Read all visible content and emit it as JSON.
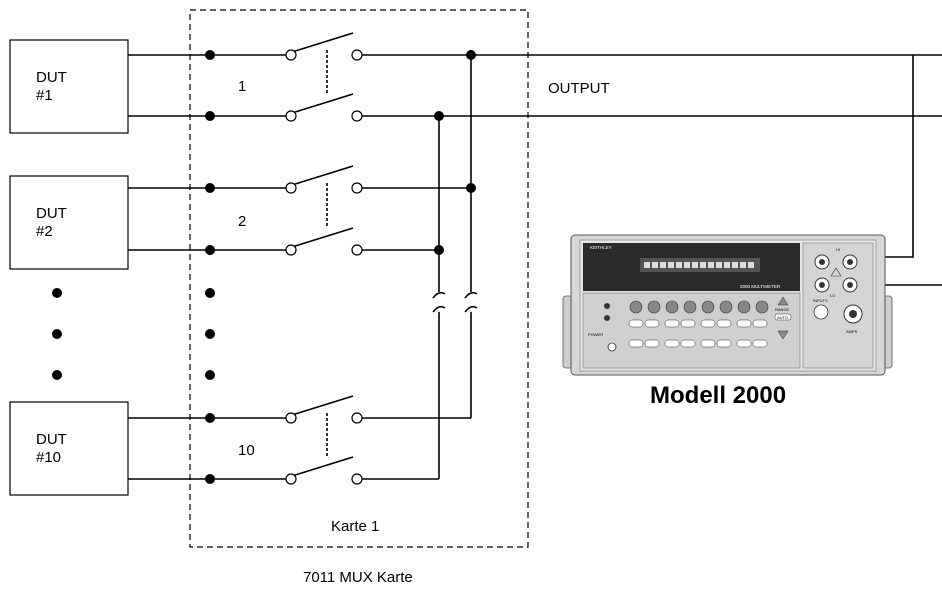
{
  "duts": [
    {
      "line1": "DUT",
      "line2": "#1"
    },
    {
      "line1": "DUT",
      "line2": "#2"
    },
    {
      "line1": "DUT",
      "line2": "#10"
    }
  ],
  "channels": [
    "1",
    "2",
    "10"
  ],
  "output_label": "OUTPUT",
  "card_label": "Karte 1",
  "mux_caption": "7011 MUX Karte",
  "instrument": {
    "caption": "Modell 2000",
    "brand": "KEITHLEY",
    "model_text": "2000 MULTIMETER",
    "power_label": "POWER",
    "range_label": "RANGE",
    "auto_label": "AUTO",
    "inputs_label": "INPUTS",
    "hi_label": "HI",
    "lo_label": "LO",
    "amps_label": "AMPS"
  },
  "colors": {
    "ink": "#000000",
    "panel": "#dcdcdc",
    "panel_dark": "#bdbdbd",
    "display": "#2b2b2b"
  }
}
